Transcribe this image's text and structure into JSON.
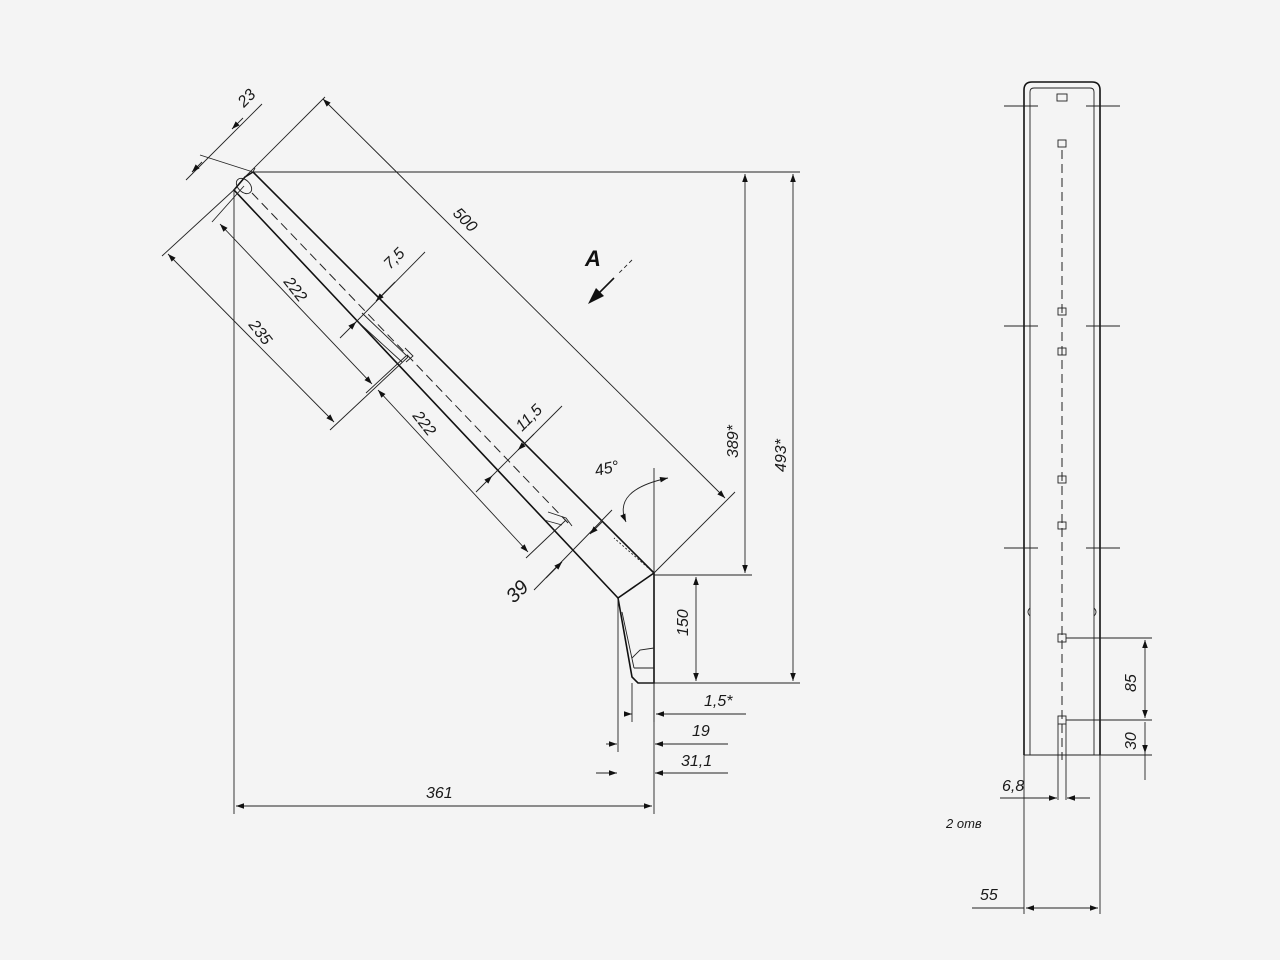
{
  "view_label": "A",
  "side_view": {
    "dims": {
      "d23": "23",
      "d500": "500",
      "d7_5": "7,5",
      "d222_upper": "222",
      "d235": "235",
      "d222_lower": "222",
      "d11_5": "11,5",
      "d45": "45°",
      "d39": "39",
      "d389": "389*",
      "d493": "493*",
      "d150": "150",
      "d1_5": "1,5*",
      "d19": "19",
      "d31_1": "31,1",
      "d361": "361"
    }
  },
  "front_view": {
    "dims": {
      "d85": "85",
      "d30": "30",
      "d6_8": "6,8",
      "d55": "55"
    },
    "note": "2 отв"
  }
}
